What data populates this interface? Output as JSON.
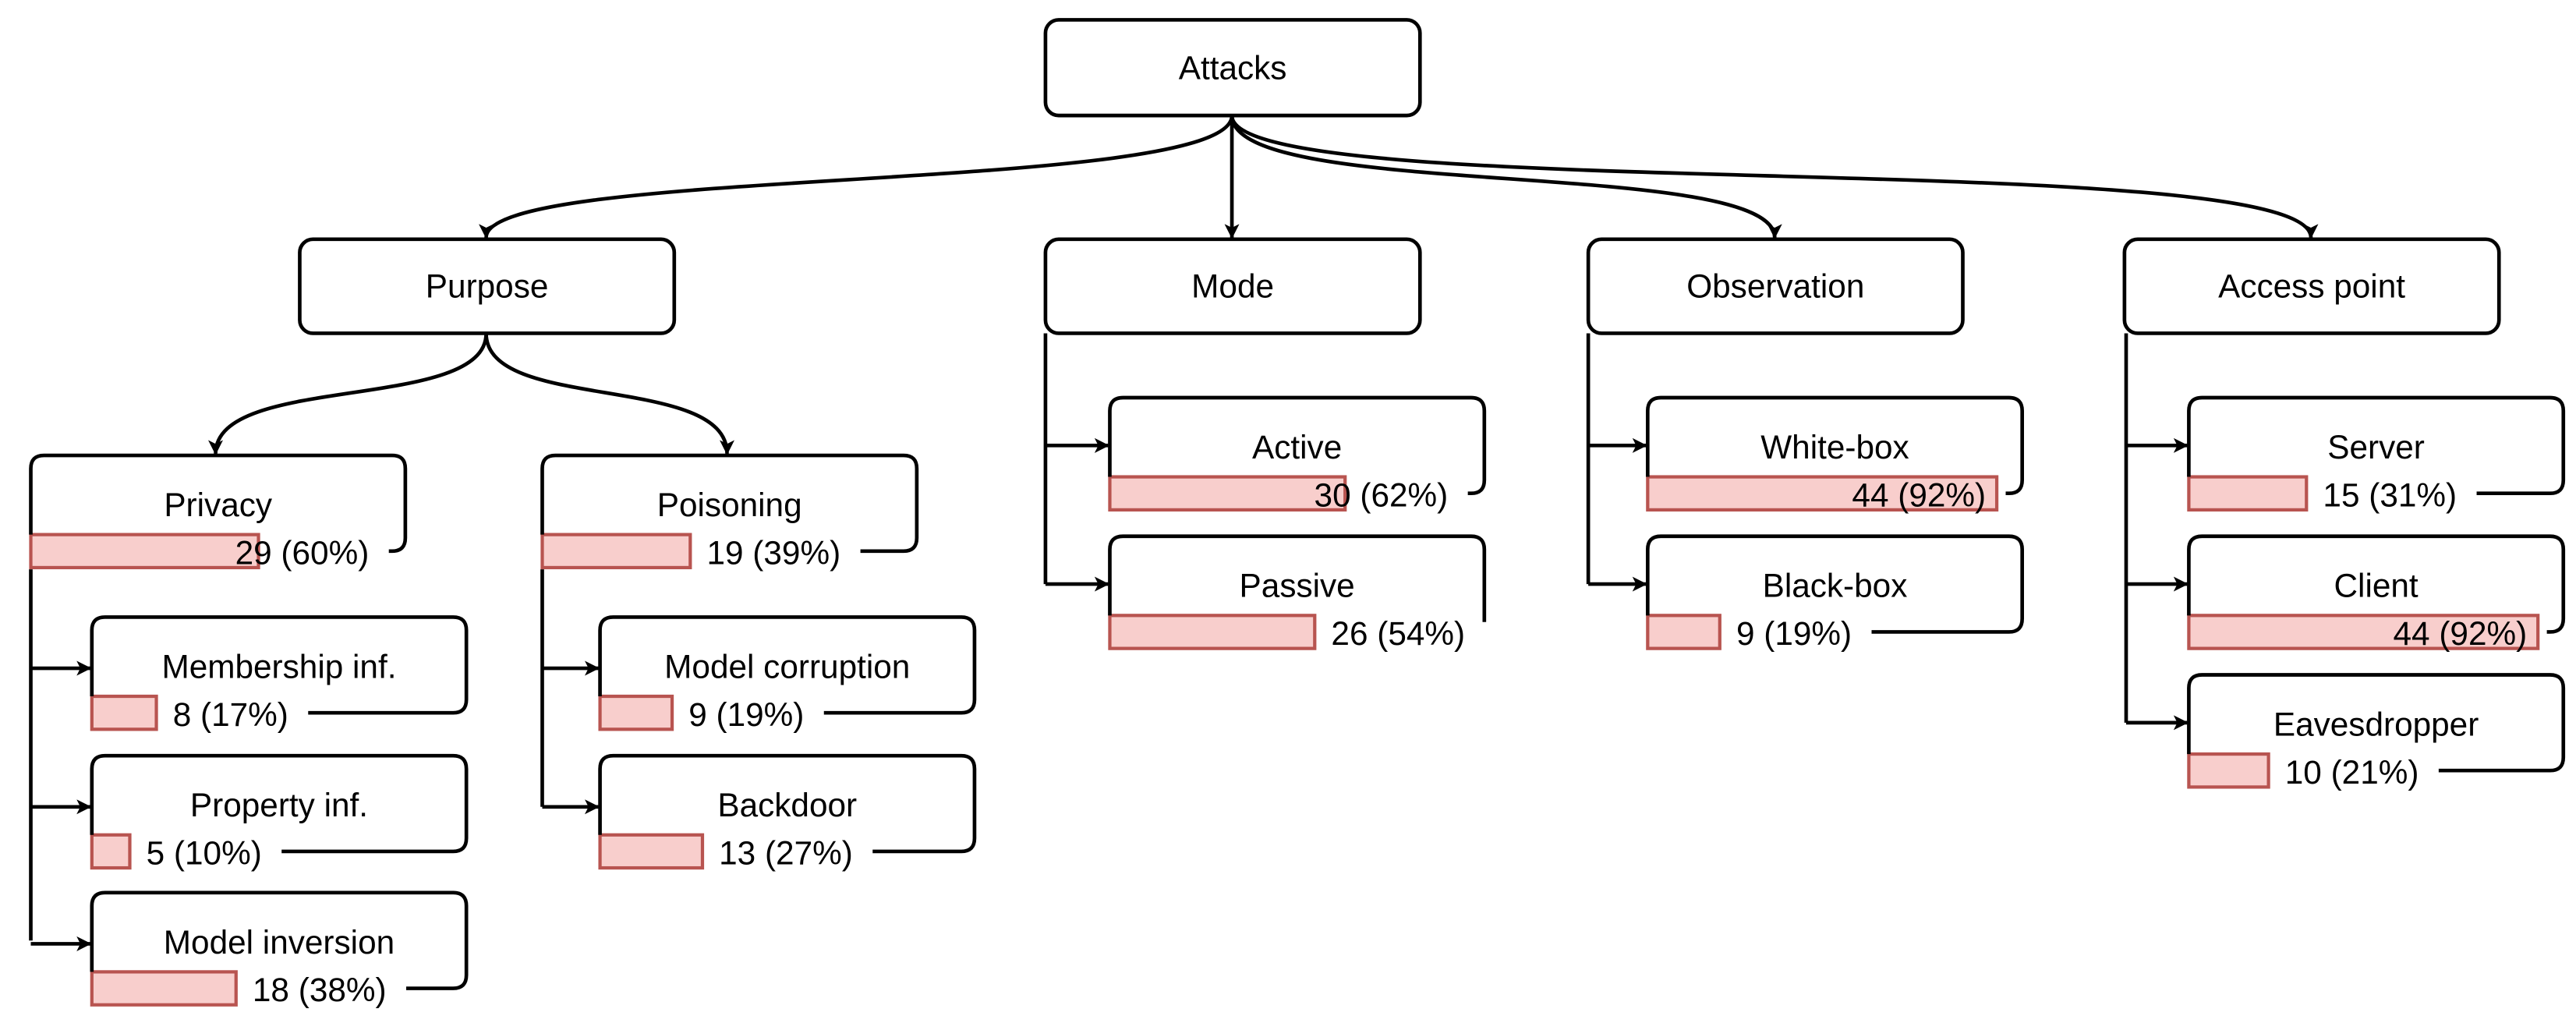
{
  "colors": {
    "bar_fill": "#f8cecc",
    "bar_stroke": "#b85450",
    "line": "#000000"
  },
  "root": {
    "label": "Attacks"
  },
  "categories": [
    {
      "label": "Purpose",
      "children": [
        {
          "label": "Privacy",
          "count": 29,
          "percent": 60,
          "value_text": "29 (60%)",
          "children": [
            {
              "label": "Membership inf.",
              "count": 8,
              "percent": 17,
              "value_text": "8 (17%)"
            },
            {
              "label": "Property inf.",
              "count": 5,
              "percent": 10,
              "value_text": "5 (10%)"
            },
            {
              "label": "Model inversion",
              "count": 18,
              "percent": 38,
              "value_text": "18 (38%)"
            }
          ]
        },
        {
          "label": "Poisoning",
          "count": 19,
          "percent": 39,
          "value_text": "19 (39%)",
          "children": [
            {
              "label": "Model corruption",
              "count": 9,
              "percent": 19,
              "value_text": "9 (19%)"
            },
            {
              "label": "Backdoor",
              "count": 13,
              "percent": 27,
              "value_text": "13 (27%)"
            }
          ]
        }
      ]
    },
    {
      "label": "Mode",
      "children": [
        {
          "label": "Active",
          "count": 30,
          "percent": 62,
          "value_text": "30 (62%)"
        },
        {
          "label": "Passive",
          "count": 26,
          "percent": 54,
          "value_text": "26 (54%)"
        }
      ]
    },
    {
      "label": "Observation",
      "children": [
        {
          "label": "White-box",
          "count": 44,
          "percent": 92,
          "value_text": "44 (92%)"
        },
        {
          "label": "Black-box",
          "count": 9,
          "percent": 19,
          "value_text": "9 (19%)"
        }
      ]
    },
    {
      "label": "Access point",
      "children": [
        {
          "label": "Server",
          "count": 15,
          "percent": 31,
          "value_text": "15 (31%)"
        },
        {
          "label": "Client",
          "count": 44,
          "percent": 92,
          "value_text": "44 (92%)"
        },
        {
          "label": "Eavesdropper",
          "count": 10,
          "percent": 21,
          "value_text": "10 (21%)"
        }
      ]
    }
  ]
}
